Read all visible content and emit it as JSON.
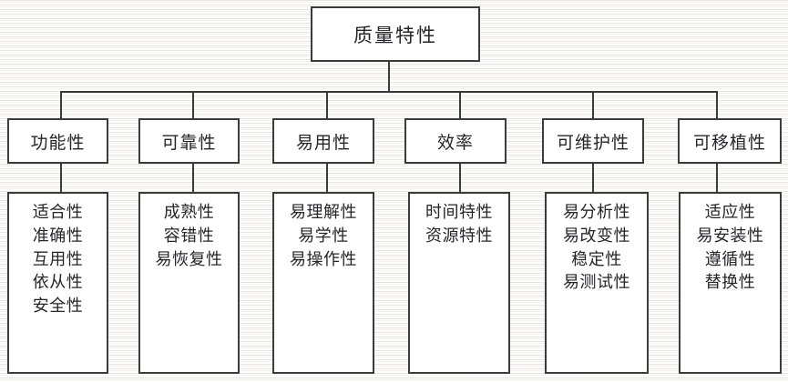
{
  "diagram": {
    "type": "tree",
    "title": "质量特性",
    "root": {
      "label": "质量特性"
    },
    "categories": [
      {
        "label": "功能性",
        "items": [
          "适合性",
          "准确性",
          "互用性",
          "依从性",
          "安全性"
        ]
      },
      {
        "label": "可靠性",
        "items": [
          "成熟性",
          "容错性",
          "易恢复性"
        ]
      },
      {
        "label": "易用性",
        "items": [
          "易理解性",
          "易学性",
          "易操作性"
        ]
      },
      {
        "label": "效率",
        "items": [
          "时间特性",
          "资源特性"
        ]
      },
      {
        "label": "可维护性",
        "items": [
          "易分析性",
          "易改变性",
          "稳定性",
          "易测试性"
        ]
      },
      {
        "label": "可移植性",
        "items": [
          "适应性",
          "易安装性",
          "遵循性",
          "替换性"
        ]
      }
    ],
    "colors": {
      "box_border": "#3b3b3b",
      "box_fill": "#ffffff",
      "text": "#25252b",
      "connector": "#3a3a3a",
      "background": "#fdfdfc"
    }
  }
}
